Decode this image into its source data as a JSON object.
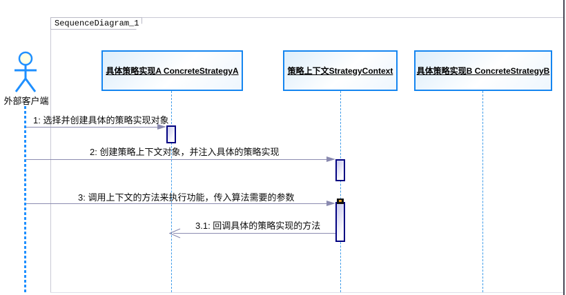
{
  "diagram": {
    "tab_label": "SequenceDiagram_1",
    "actor": {
      "label": "外部客户端"
    },
    "lifelines": [
      {
        "name": "ConcreteStrategyA",
        "label": "具体策略实现A ConcreteStrategyA"
      },
      {
        "name": "StrategyContext",
        "label": "策略上下文StrategyContext"
      },
      {
        "name": "ConcreteStrategyB",
        "label": "具体策略实现B ConcreteStrategyB"
      }
    ],
    "messages": [
      {
        "label": "1: 选择并创建具体的策略实现对象",
        "from": "外部客户端",
        "to": "具体策略实现A ConcreteStrategyA",
        "type": "sync-call"
      },
      {
        "label": "2: 创建策略上下文对象，并注入具体的策略实现",
        "from": "外部客户端",
        "to": "策略上下文StrategyContext",
        "type": "sync-call"
      },
      {
        "label": "3: 调用上下文的方法来执行功能，传入算法需要的参数",
        "from": "外部客户端",
        "to": "策略上下文StrategyContext",
        "type": "sync-call"
      },
      {
        "label": "3.1: 回调具体的策略实现的方法",
        "from": "策略上下文StrategyContext",
        "to": "具体策略实现A ConcreteStrategyA",
        "type": "callback"
      }
    ],
    "colors": {
      "lifeline_blue": "#1e8fff",
      "box_border": "#1485f0",
      "box_fill": "#e2f0fc",
      "message_line": "#8a8ab0",
      "activation_border": "#000080",
      "activation_fill": "#c9c9ee",
      "actor_head_fill": "#ffffe6",
      "frame_line": "#c9c9d4",
      "text": "#000000"
    }
  }
}
